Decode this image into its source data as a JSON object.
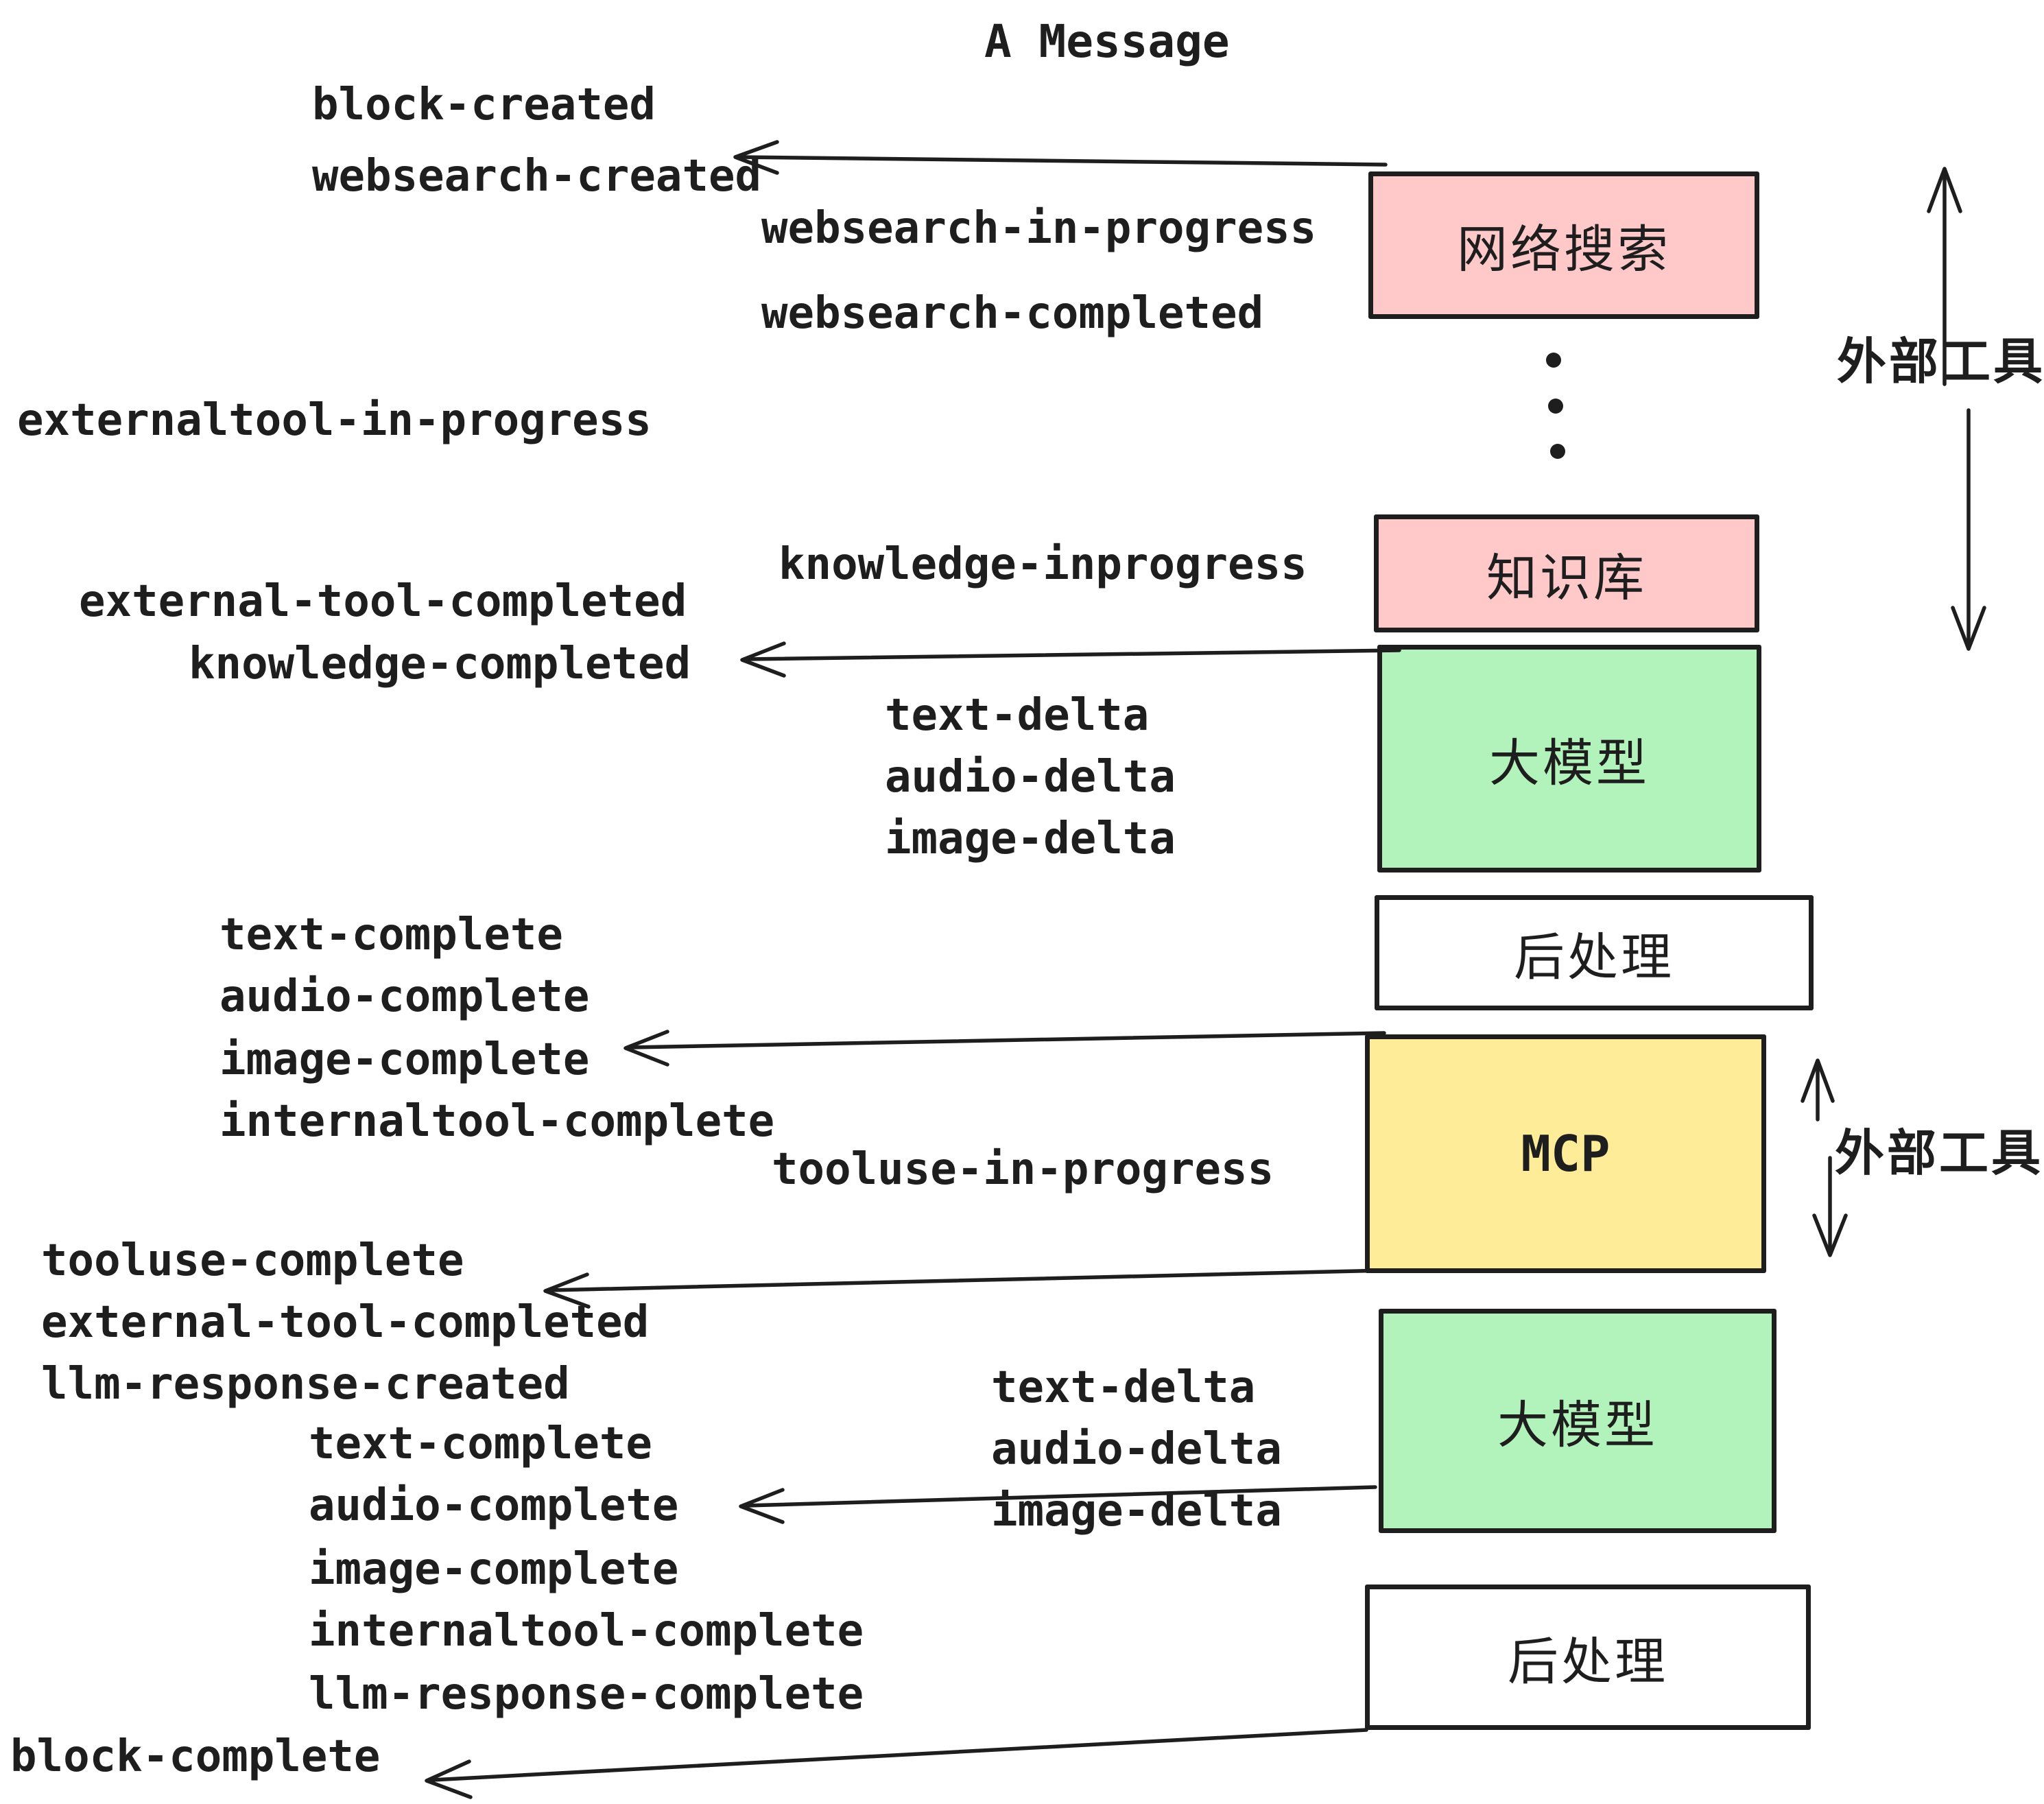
{
  "title": "A Message",
  "events": [
    "block-created",
    "websearch-created",
    "websearch-in-progress",
    "websearch-completed",
    "externaltool-in-progress",
    "knowledge-inprogress",
    "external-tool-completed",
    "knowledge-completed",
    "text-delta",
    "audio-delta",
    "image-delta",
    "text-complete",
    "audio-complete",
    "image-complete",
    "internaltool-complete",
    "tooluse-in-progress",
    "tooluse-complete",
    "external-tool-completed",
    "llm-response-created",
    "text-delta",
    "audio-delta",
    "image-delta",
    "text-complete",
    "audio-complete",
    "image-complete",
    "internaltool-complete",
    "llm-response-complete",
    "block-complete"
  ],
  "boxes": [
    {
      "id": "web-search",
      "label": "网络搜索",
      "color": "#ffc9c9"
    },
    {
      "id": "knowledge-base",
      "label": "知识库",
      "color": "#ffc9c9"
    },
    {
      "id": "llm-1",
      "label": "大模型",
      "color": "#b2f2bb"
    },
    {
      "id": "post-process-1",
      "label": "后处理",
      "color": "#ffffff"
    },
    {
      "id": "mcp",
      "label": "MCP",
      "color": "#ffec99"
    },
    {
      "id": "llm-2",
      "label": "大模型",
      "color": "#b2f2bb"
    },
    {
      "id": "post-process-2",
      "label": "后处理",
      "color": "#ffffff"
    }
  ],
  "side_labels": [
    "外部工具",
    "外部工具"
  ],
  "colors": {
    "ink": "#1e1e1e",
    "pink": "#ffc9c9",
    "green": "#b2f2bb",
    "yellow": "#ffec99"
  }
}
